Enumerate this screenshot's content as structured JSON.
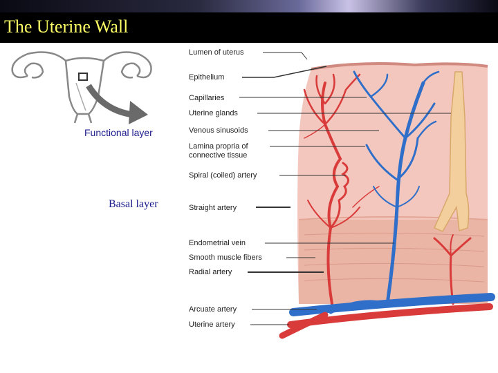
{
  "slide": {
    "title": "The Uterine Wall",
    "side_labels": {
      "functional": "Functional layer",
      "basal": "Basal layer"
    }
  },
  "labels": {
    "lumen": "Lumen of uterus",
    "epithelium": "Epithelium",
    "capillaries": "Capillaries",
    "uterine_glands": "Uterine glands",
    "venous_sinusoids": "Venous sinusoids",
    "lamina_1": "Lamina propria of",
    "lamina_2": "connective tissue",
    "spiral_artery": "Spiral (coiled) artery",
    "straight_artery": "Straight artery",
    "endometrial_vein": "Endometrial vein",
    "smooth_muscle": "Smooth muscle fibers",
    "radial_artery": "Radial artery",
    "arcuate_artery": "Arcuate artery",
    "uterine_artery": "Uterine artery"
  },
  "colors": {
    "artery": "#d93b3b",
    "vein": "#2f6fc9",
    "tissue": "#f3c7bd",
    "muscle": "#eab5a4",
    "gland": "#f2cf9c"
  }
}
